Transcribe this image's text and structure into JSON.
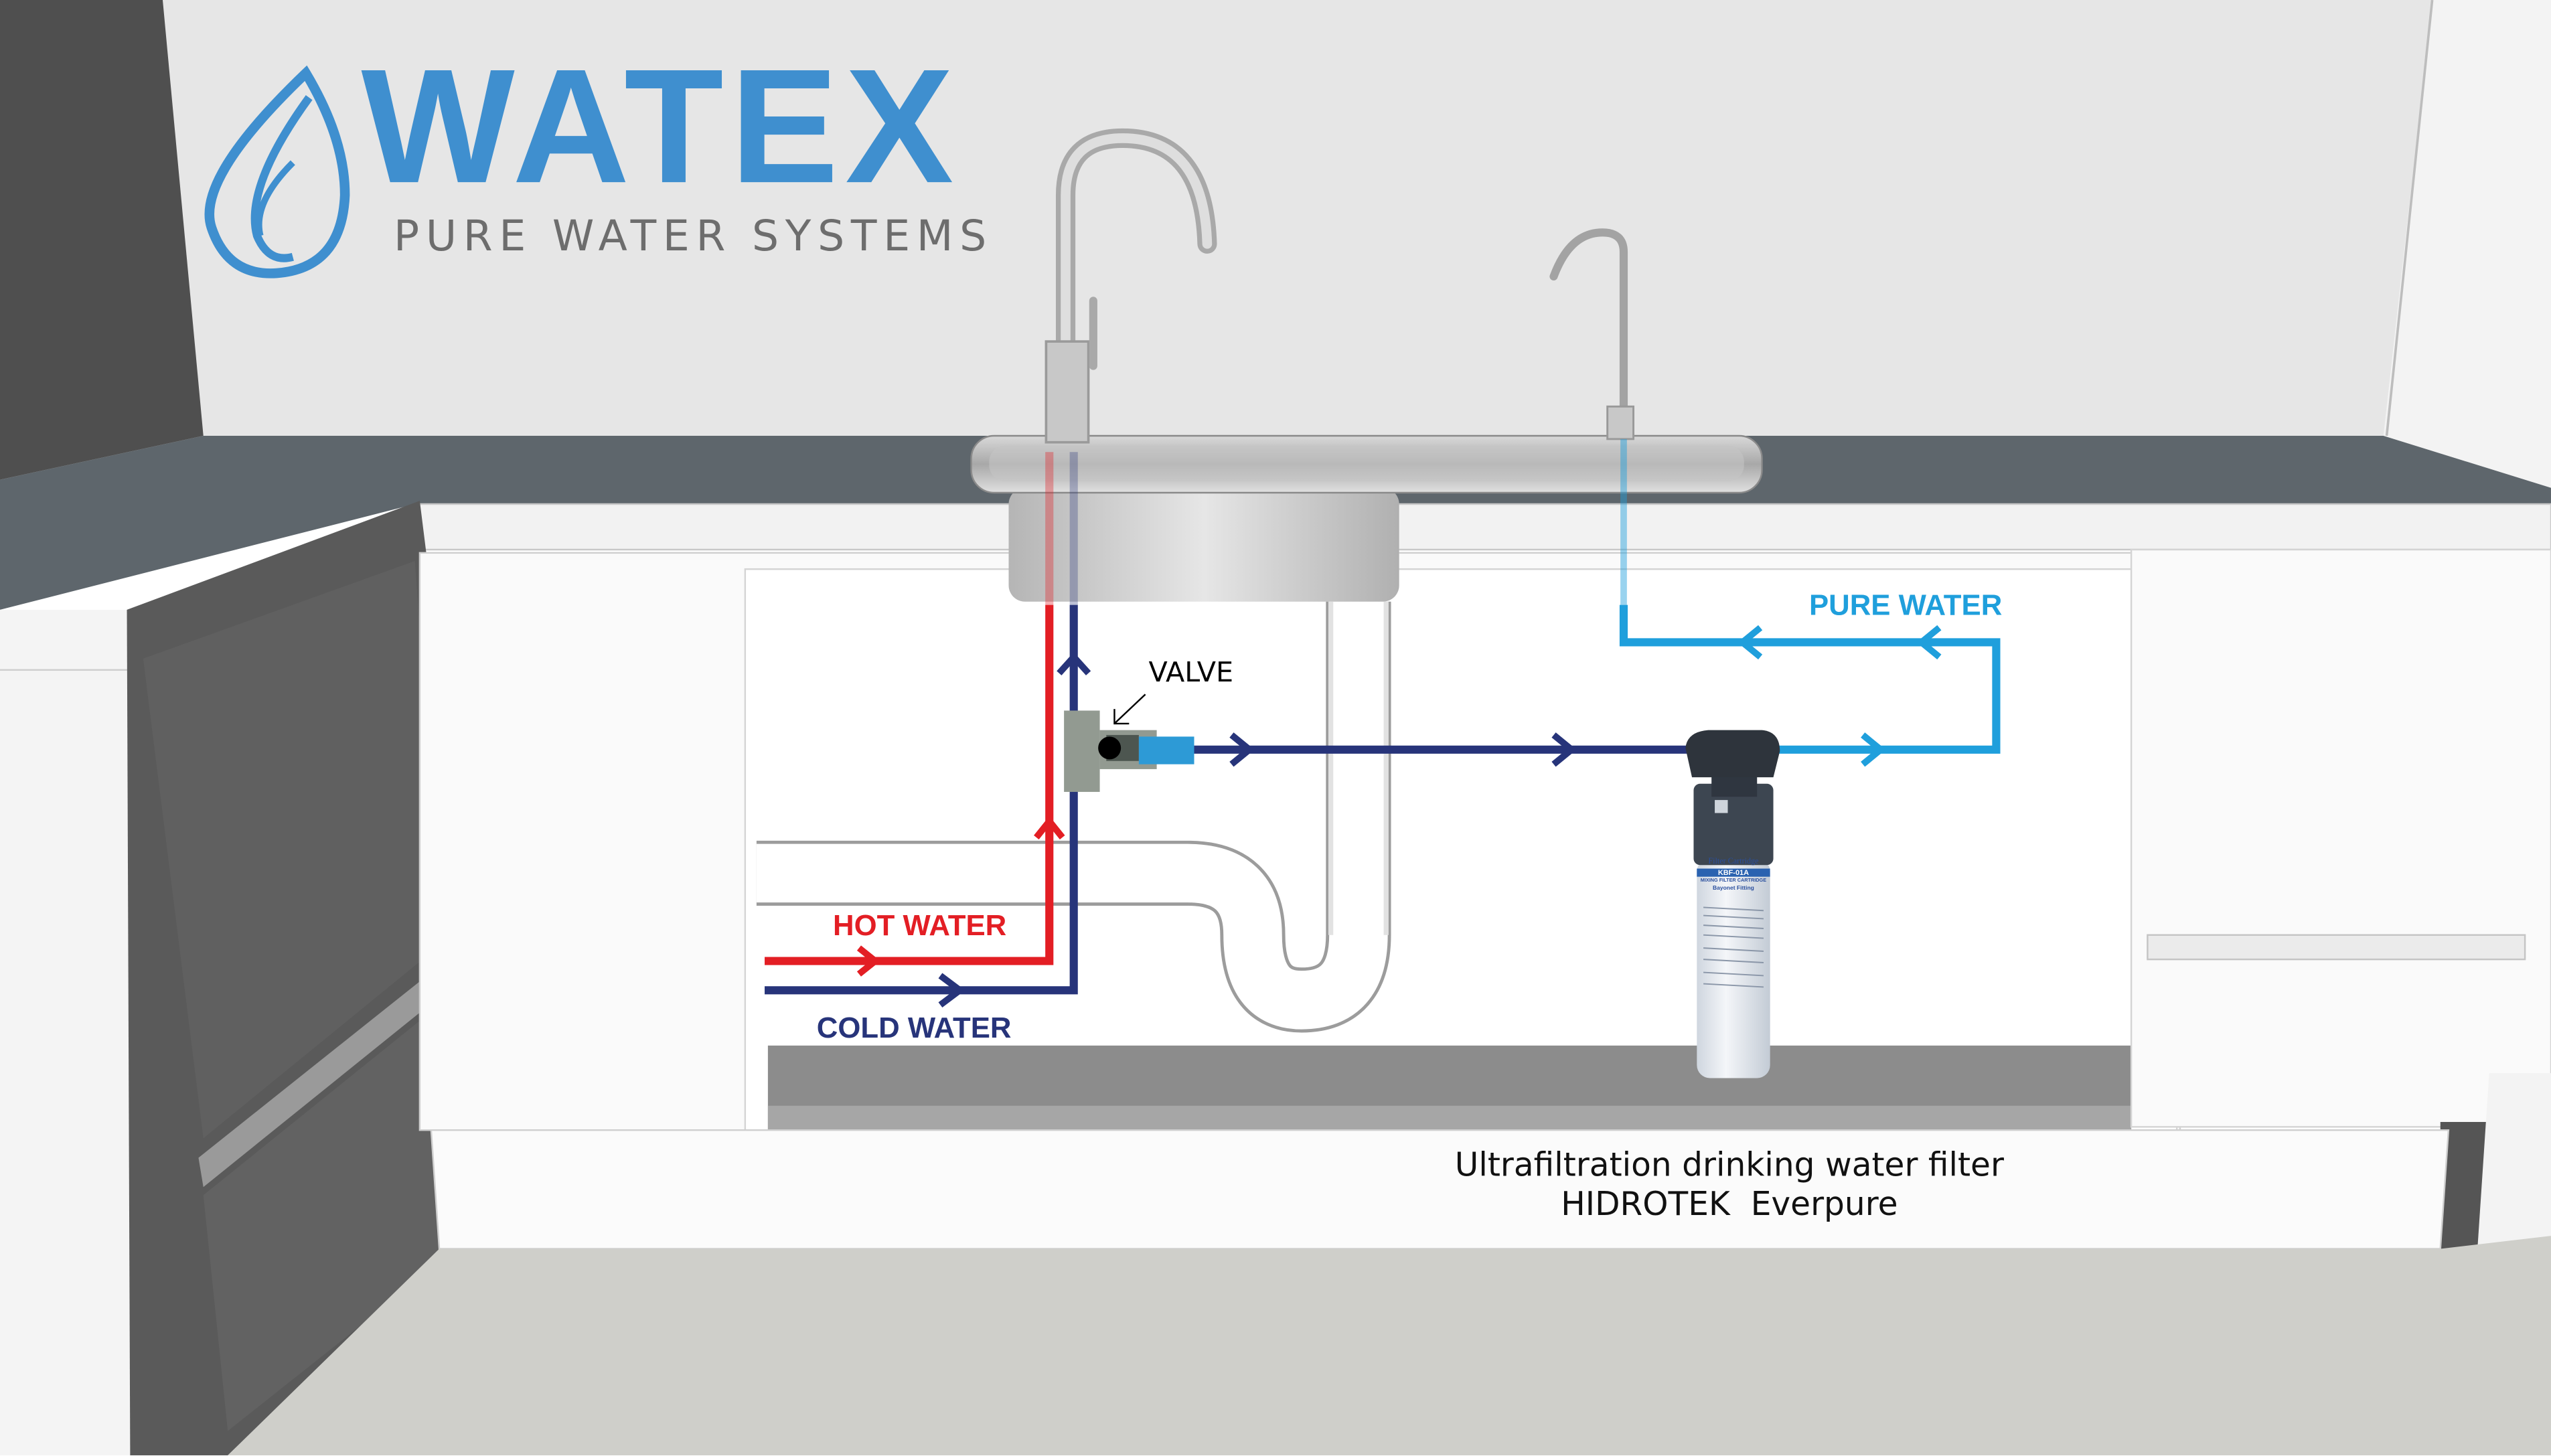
{
  "logo": {
    "brand": "WATEX",
    "tagline": "PURE WATER SYSTEMS"
  },
  "labels": {
    "hot_water": "HOT WATER",
    "cold_water": "COLD WATER",
    "pure_water": "PURE WATER",
    "valve": "VALVE"
  },
  "filter": {
    "cartridge_title": "Filter Cartridge",
    "model": "KBF-01A",
    "subtitle1": "MIXING FILTER CARTRIDGE",
    "subtitle2": "Bayonet Fitting"
  },
  "caption": {
    "line1": "Ultrafiltration drinking water filter",
    "line2": "HIDROTEK  Everpure"
  },
  "colors": {
    "hot": "#e31e24",
    "cold": "#27347a",
    "pure": "#1f9fdc",
    "logo": "#3f8fcf"
  }
}
